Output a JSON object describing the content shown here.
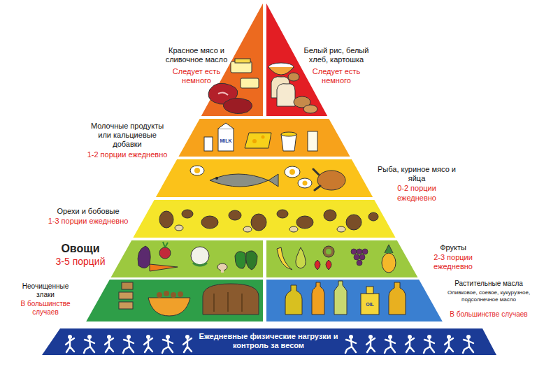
{
  "diagram": {
    "nodes": [
      {
        "text": [
          "Красное мясо и сливочное масло",
          "Следует есть немного"
        ]
      },
      {
        "text": [
          "Белый рис, белый хлеб, картошка",
          "Следует есть немного"
        ]
      },
      {
        "text": [
          "Молочные продукты или кальциевые добавки",
          "1-2 порции ежедневно"
        ]
      },
      {
        "text": [
          "Рыба, куриное мясо и яйца",
          "0-2 порции ежедневно"
        ]
      },
      {
        "text": [
          "Орехи и бобовые",
          "1-3 порции ежедневно"
        ]
      },
      {
        "text": [
          "Овощи",
          "3-5 порций"
        ]
      },
      {
        "text": [
          "Фрукты",
          "2-3 порции ежедневно"
        ]
      },
      {
        "text": [
          "Неочищенные злаки",
          "В большинстве случаев"
        ]
      },
      {
        "text": [
          "Растительные масла",
          "Оливковое, соевое, кукурузное, подсолнечное масло",
          "В большинстве случаев"
        ]
      },
      {
        "text": [
          "Ежедневные физические нагрузки и контроль за весом"
        ]
      }
    ],
    "labels": [
      "MILK",
      "OIL"
    ]
  }
}
